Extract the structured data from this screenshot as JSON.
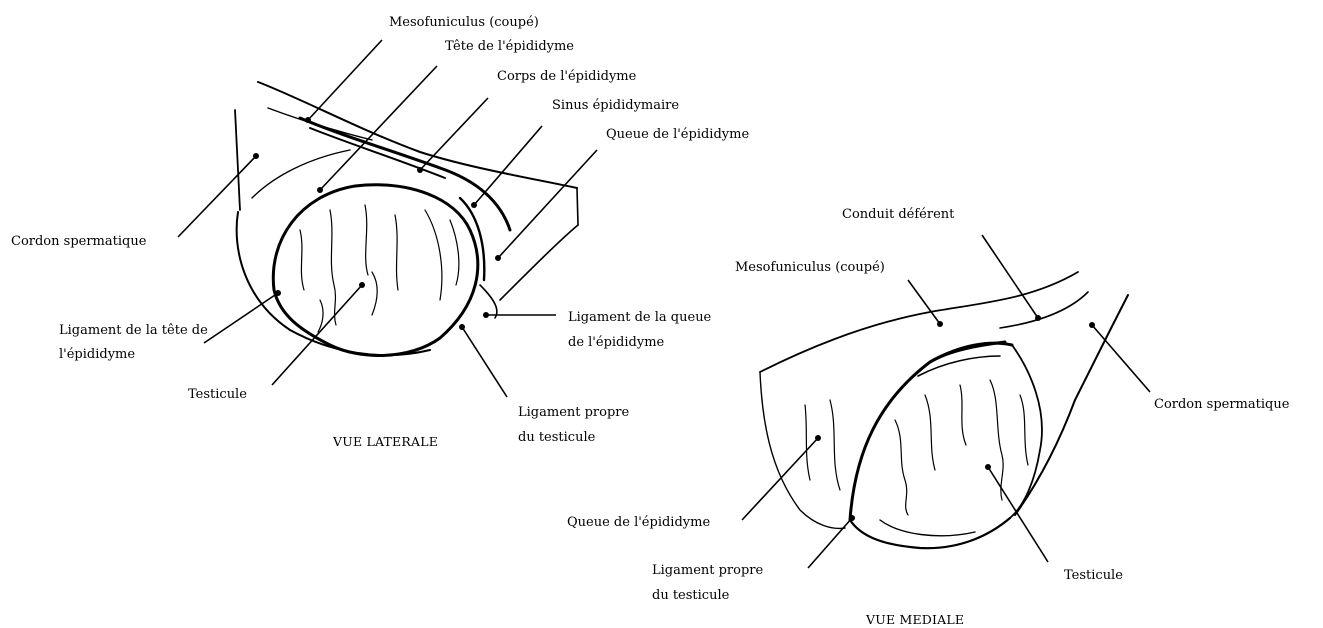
{
  "lateral_view": {
    "title": "VUE LATERALE",
    "labels": {
      "mesofuniculus": "Mesofuniculus (coupé)",
      "tete_epididyme": "Tête de l'épididyme",
      "corps_epididyme": "Corps de l'épididyme",
      "sinus_epididymaire": "Sinus épididymaire",
      "queue_epididyme": "Queue de l'épididyme",
      "cordon_spermatique": "Cordon spermatique",
      "ligament_tete_1": "Ligament de la tête de",
      "ligament_tete_2": "l'épididyme",
      "ligament_queue_1": "Ligament de la queue",
      "ligament_queue_2": "de l'épididyme",
      "testicule": "Testicule",
      "ligament_propre_1": "Ligament propre",
      "ligament_propre_2": "du testicule"
    }
  },
  "medial_view": {
    "title": "VUE MEDIALE",
    "labels": {
      "conduit_deferent": "Conduit déférent",
      "mesofuniculus": "Mesofuniculus (coupé)",
      "cordon_spermatique": "Cordon spermatique",
      "queue_epididyme": "Queue de l'épididyme",
      "testicule": "Testicule",
      "ligament_propre_1": "Ligament propre",
      "ligament_propre_2": "du testicule"
    }
  }
}
